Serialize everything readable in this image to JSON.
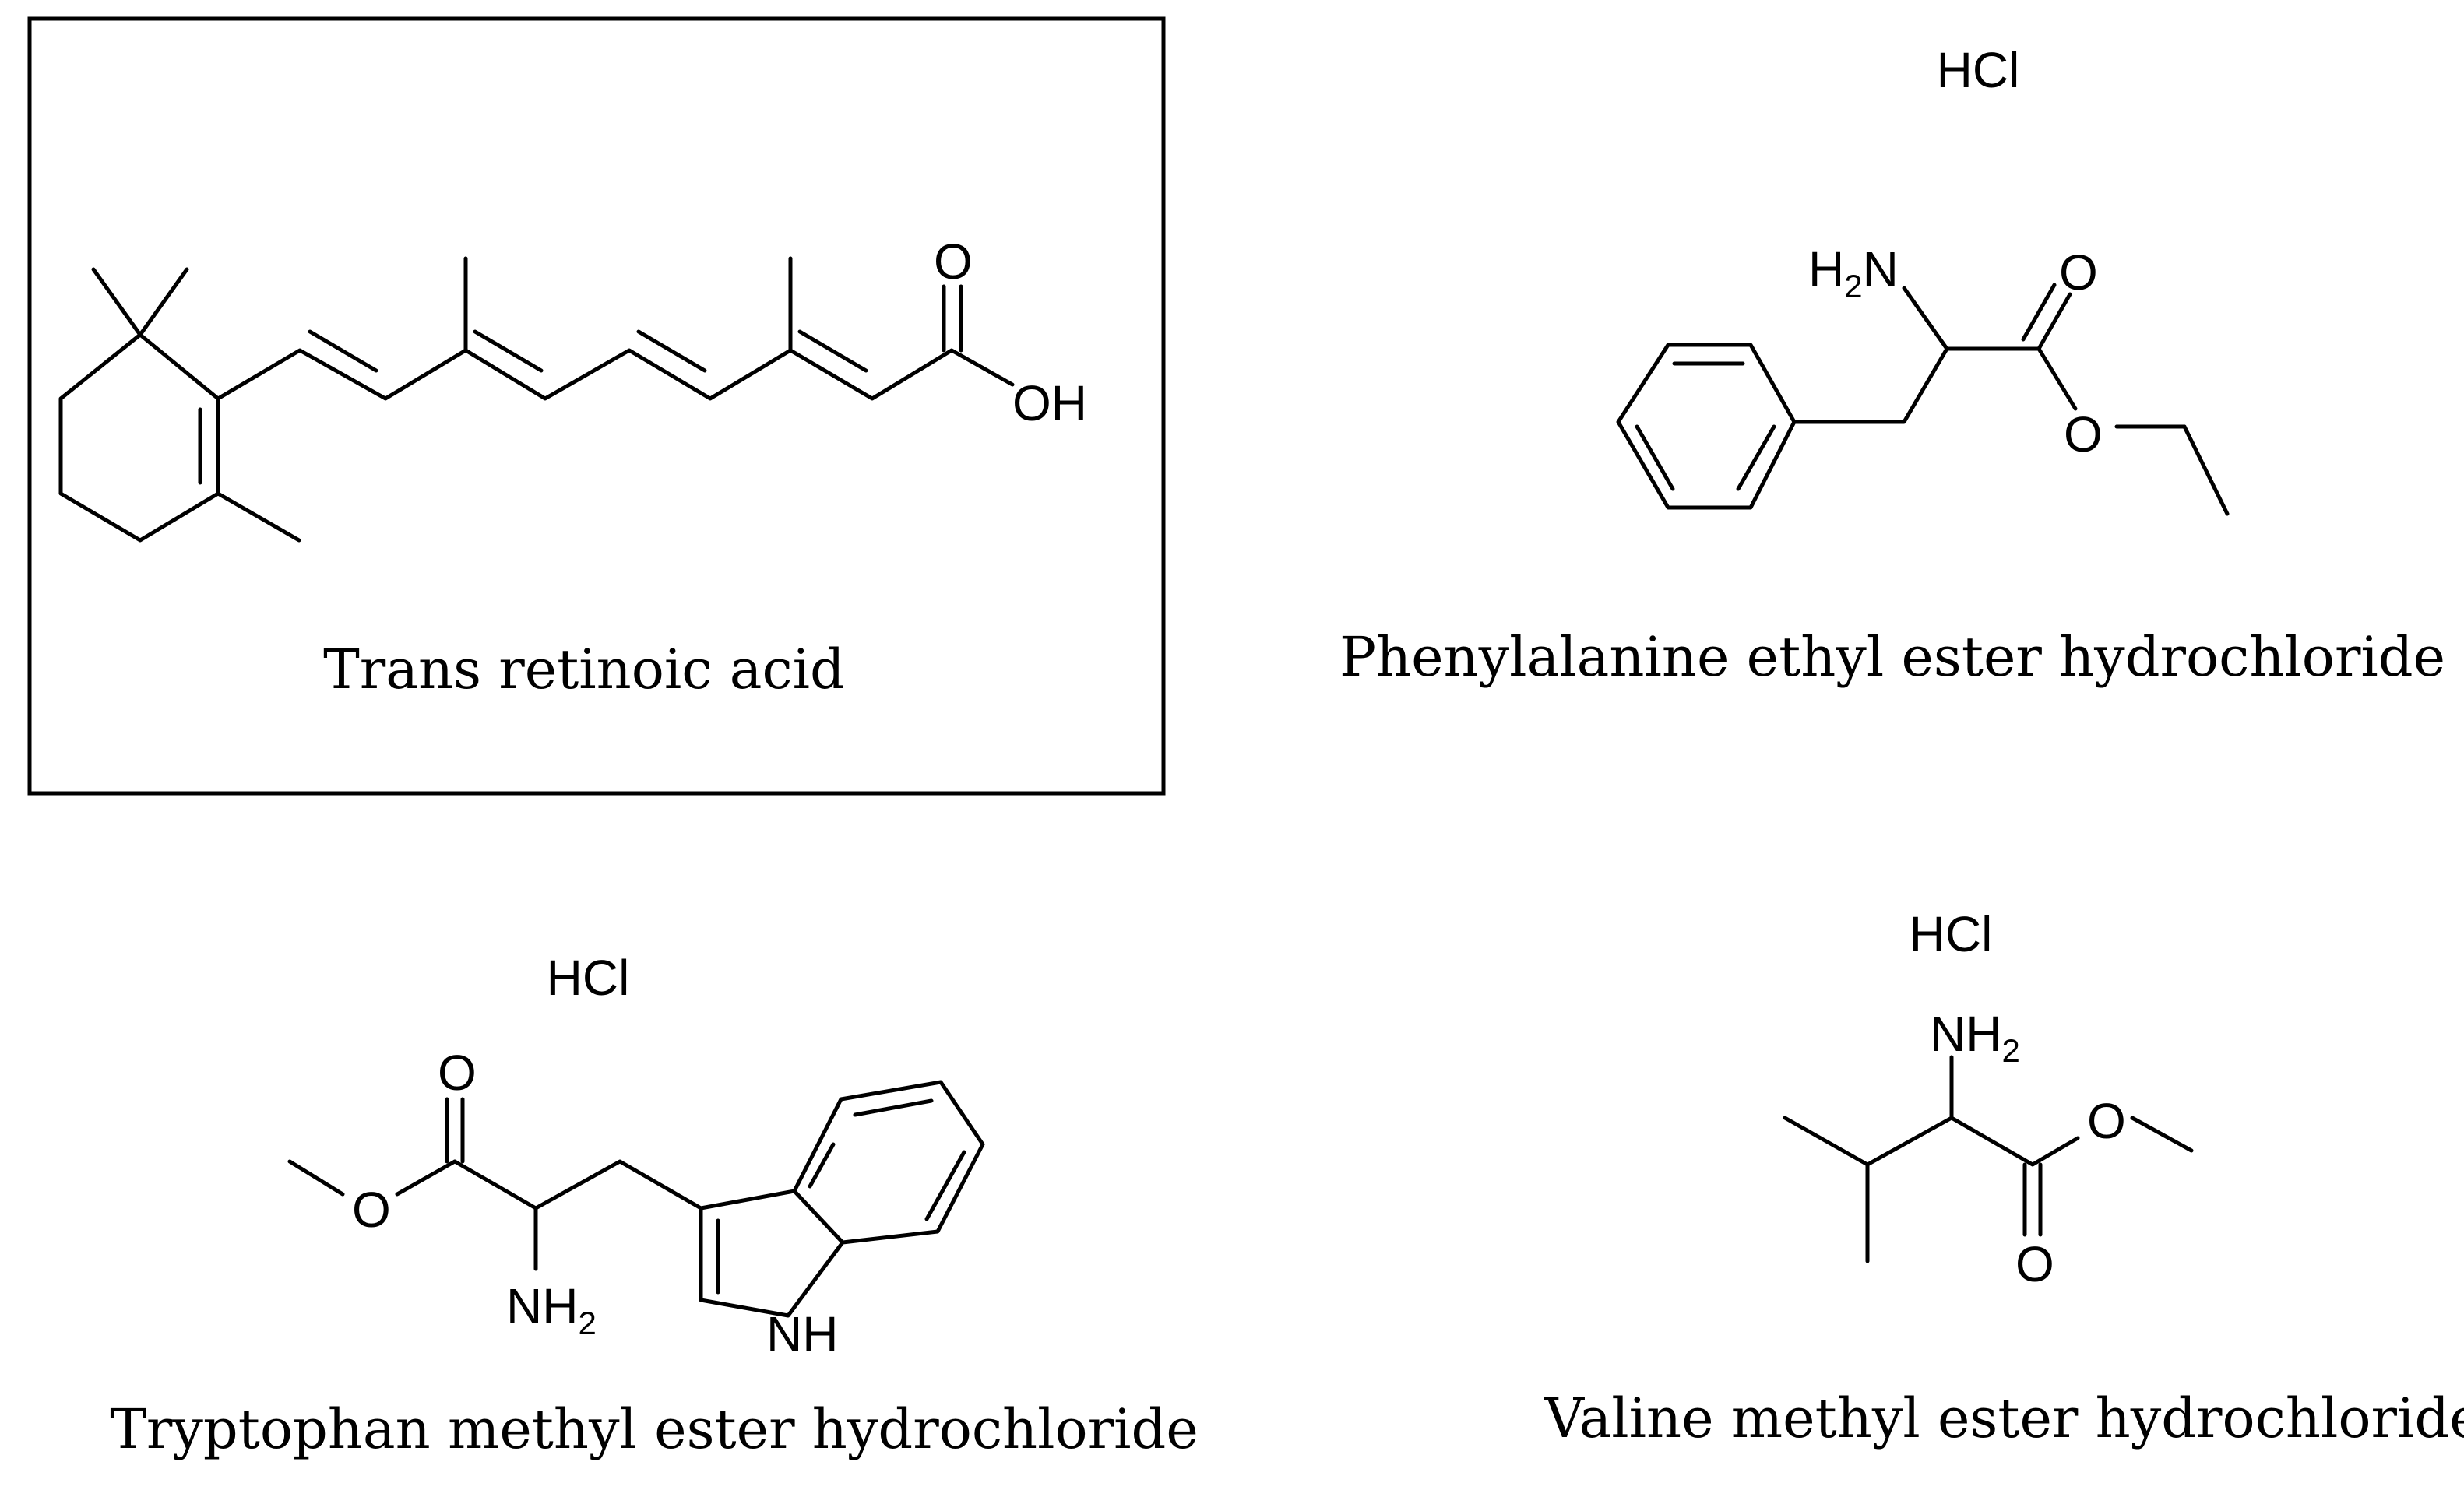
{
  "molecules": {
    "retinoic": {
      "caption": "Trans retinoic acid",
      "atoms": {
        "o": "O",
        "oh": "OH"
      }
    },
    "phenylalanine": {
      "caption": "Phenylalanine ethyl ester hydrochloride",
      "salt": "HCl",
      "atoms": {
        "h": "H",
        "h_sub": "2",
        "n": "N",
        "o_carbonyl": "O",
        "o_ester": "O"
      }
    },
    "tryptophan": {
      "caption": "Tryptophan methyl ester hydrochloride",
      "salt": "HCl",
      "atoms": {
        "o_carbonyl": "O",
        "o_ester": "O",
        "nh": "NH",
        "h_sub": "2",
        "indole_nh": "NH"
      }
    },
    "valine": {
      "caption": "Valine methyl ester hydrochloride",
      "salt": "HCl",
      "atoms": {
        "nh": "NH",
        "h_sub": "2",
        "o_ester": "O",
        "o_carbonyl": "O"
      }
    }
  }
}
